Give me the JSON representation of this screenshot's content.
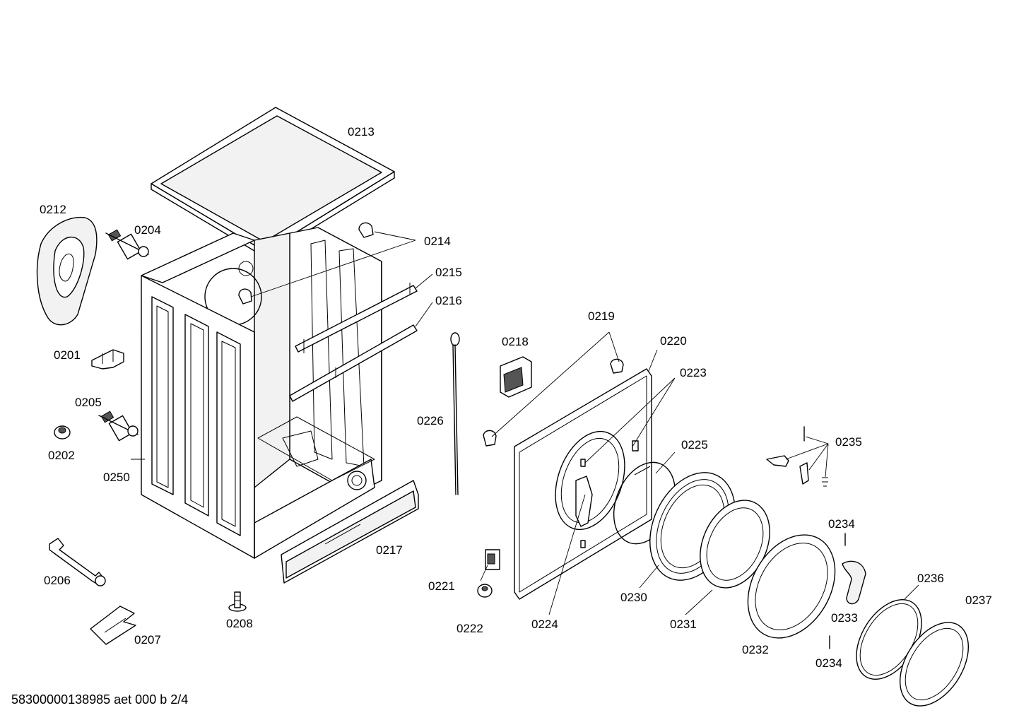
{
  "labels": {
    "p0201": "0201",
    "p0202": "0202",
    "p0204": "0204",
    "p0205": "0205",
    "p0206": "0206",
    "p0207": "0207",
    "p0208": "0208",
    "p0212": "0212",
    "p0213": "0213",
    "p0214": "0214",
    "p0215": "0215",
    "p0216": "0216",
    "p0217": "0217",
    "p0218": "0218",
    "p0219": "0219",
    "p0220": "0220",
    "p0221": "0221",
    "p0222": "0222",
    "p0223": "0223",
    "p0224": "0224",
    "p0225": "0225",
    "p0226": "0226",
    "p0230": "0230",
    "p0231": "0231",
    "p0232": "0232",
    "p0233": "0233",
    "p0234a": "0234",
    "p0234b": "0234",
    "p0235": "0235",
    "p0236": "0236",
    "p0237": "0237",
    "p0250": "0250"
  },
  "footer": "58300000138985 aet 000 b 2/4"
}
